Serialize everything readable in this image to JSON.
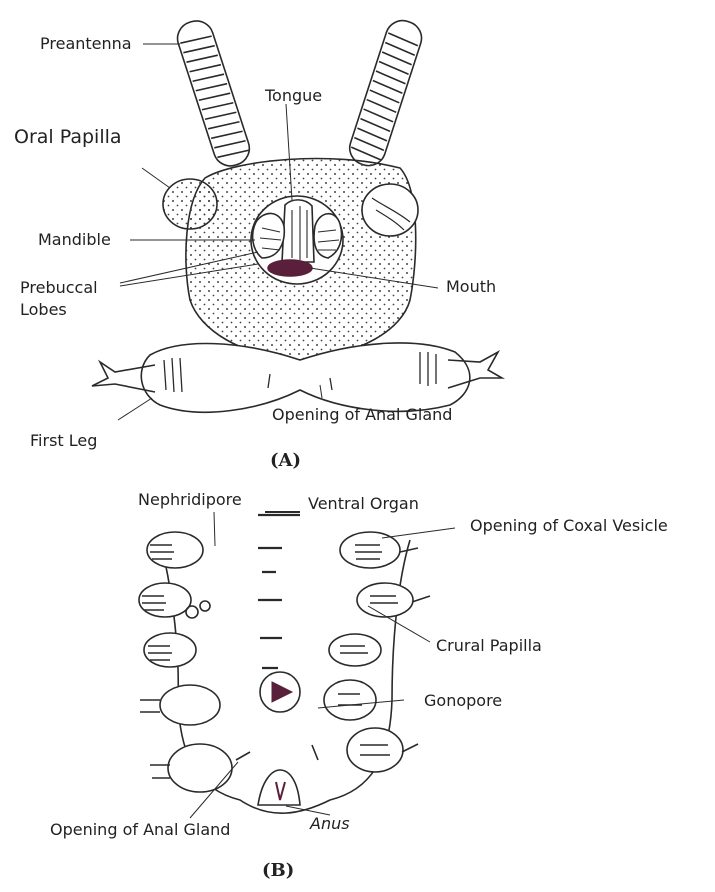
{
  "figure_a": {
    "caption": "(A)",
    "labels": {
      "preantenna": "Preantenna",
      "tongue": "Tongue",
      "oral_papilla": "Oral Papilla",
      "mandible": "Mandible",
      "prebuccal_lobes": "Prebuccal\nLobes",
      "mouth": "Mouth",
      "first_leg": "First Leg",
      "anal_gland_opening": "Opening of Anal Gland"
    }
  },
  "figure_b": {
    "caption": "(B)",
    "labels": {
      "nephridipore": "Nephridipore",
      "ventral_organ": "Ventral Organ",
      "coxal_vesicle_opening": "Opening of Coxal Vesicle",
      "crural_papilla": "Crural Papilla",
      "gonopore": "Gonopore",
      "anal_gland_opening": "Opening of Anal Gland",
      "anus": "Anus"
    }
  },
  "colors": {
    "ink": "#2a2a2a",
    "mouth": "#5a1f3a",
    "background": "#ffffff"
  }
}
